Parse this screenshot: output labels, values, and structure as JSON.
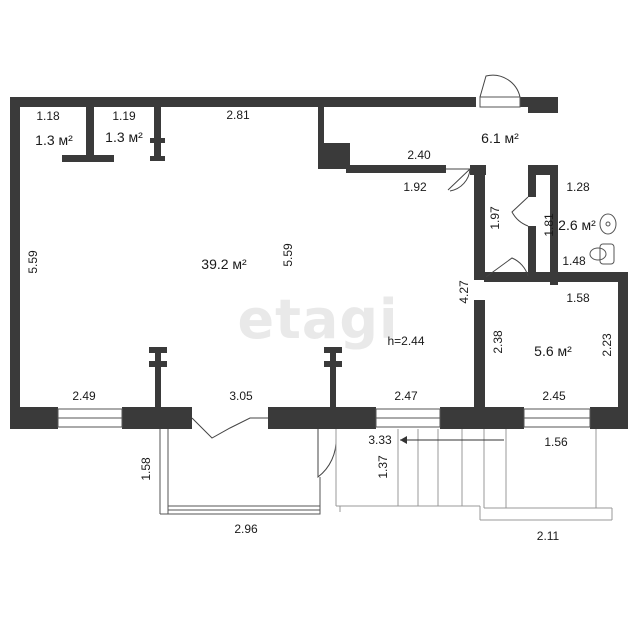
{
  "watermark": "etagi",
  "ceiling_height": "h=2.44",
  "rooms": {
    "wc_left": {
      "area": "1.3 м²",
      "width": "1.18"
    },
    "wc_right": {
      "area": "1.3 м²",
      "width": "1.19"
    },
    "main": {
      "area": "39.2 м²",
      "height_left": "5.59",
      "height_inner": "5.59",
      "top_width": "2.81"
    },
    "hall": {
      "area": "6.1 м²",
      "width": "2.40",
      "corridor_width": "1.92"
    },
    "bath": {
      "area": "2.6 м²",
      "width": "1.28",
      "height": "1.81",
      "bottom_width": "1.48"
    },
    "bedroom": {
      "area": "5.6 м²",
      "top_width": "1.58",
      "left_height": "2.38",
      "right_height": "2.23",
      "bottom_width": "2.45"
    }
  },
  "dimensions": {
    "corridor_height": "1.97",
    "partition_height": "4.27",
    "window_left": "2.49",
    "door_width": "3.05",
    "window_right": "2.47",
    "balcony_depth": "1.58",
    "balcony_width": "2.96",
    "terrace_width": "3.33",
    "terrace_depth": "1.37",
    "terrace_right": "1.56",
    "terrace_bottom": "2.11"
  }
}
